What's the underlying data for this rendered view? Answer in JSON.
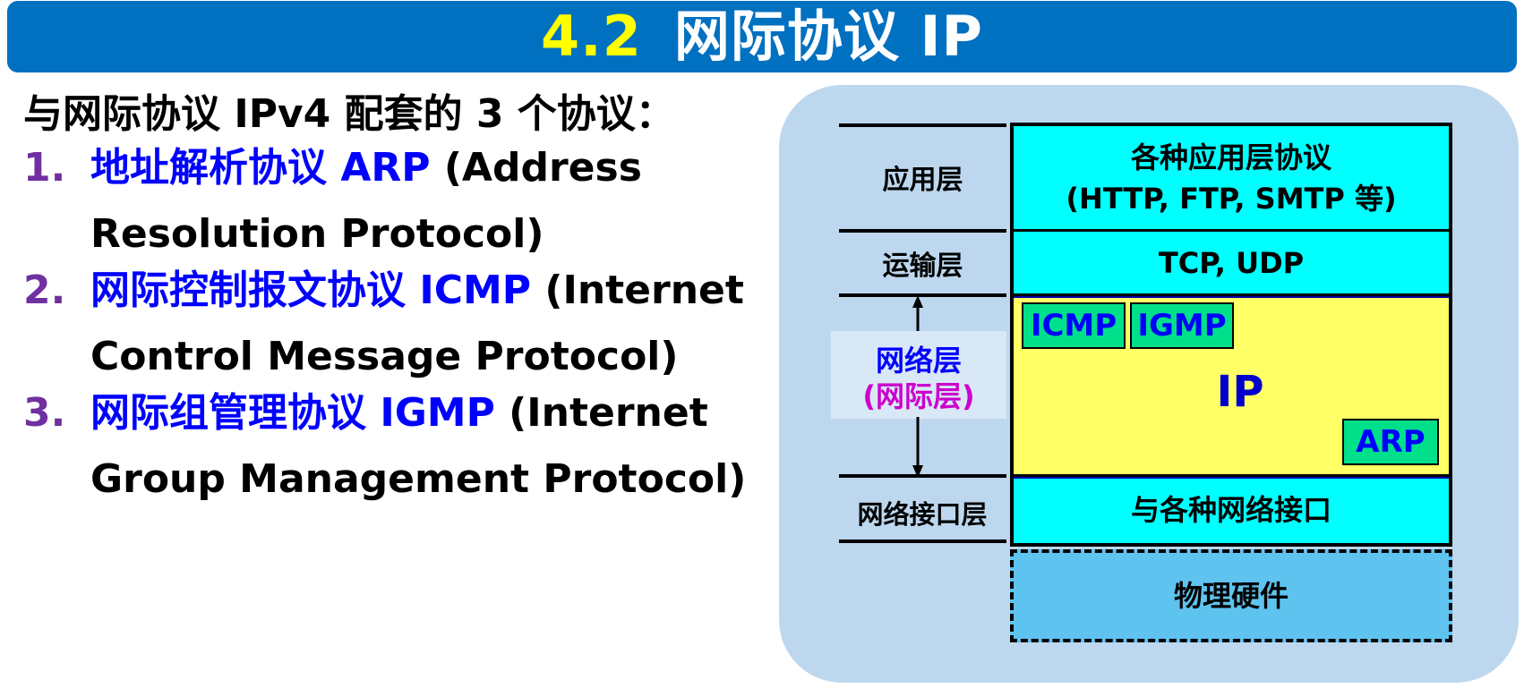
{
  "title": {
    "number": "4.2",
    "text": "网际协议 IP"
  },
  "intro": "与网际协议 IPv4 配套的 3 个协议：",
  "items": [
    {
      "num": "1.",
      "blue": "地址解析协议 ARP",
      "rest": " (Address",
      "line2": "Resolution Protocol)"
    },
    {
      "num": "2.",
      "blue": "网际控制报文协议 ICMP",
      "rest": " (Internet",
      "line2": "Control Message Protocol)"
    },
    {
      "num": "3.",
      "blue": "网际组管理协议 IGMP",
      "rest": " (Internet",
      "line2": "Group Management Protocol)"
    }
  ],
  "diagram": {
    "layers": {
      "application": "应用层",
      "transport": "运输层",
      "network": "网络层",
      "network_alt": "(网际层)",
      "interface": "网络接口层"
    },
    "boxes": {
      "app_line1": "各种应用层协议",
      "app_line2": "(HTTP, FTP, SMTP 等)",
      "transport": "TCP, UDP",
      "ip": "IP",
      "icmp": "ICMP",
      "igmp": "IGMP",
      "arp": "ARP",
      "interface": "与各种网络接口",
      "hardware": "物理硬件"
    },
    "colors": {
      "cyan": "#00ffff",
      "yellow": "#ffff66",
      "green": "#00e08a",
      "hardware": "#5fc3f0",
      "background": "#bdd7ee"
    }
  }
}
